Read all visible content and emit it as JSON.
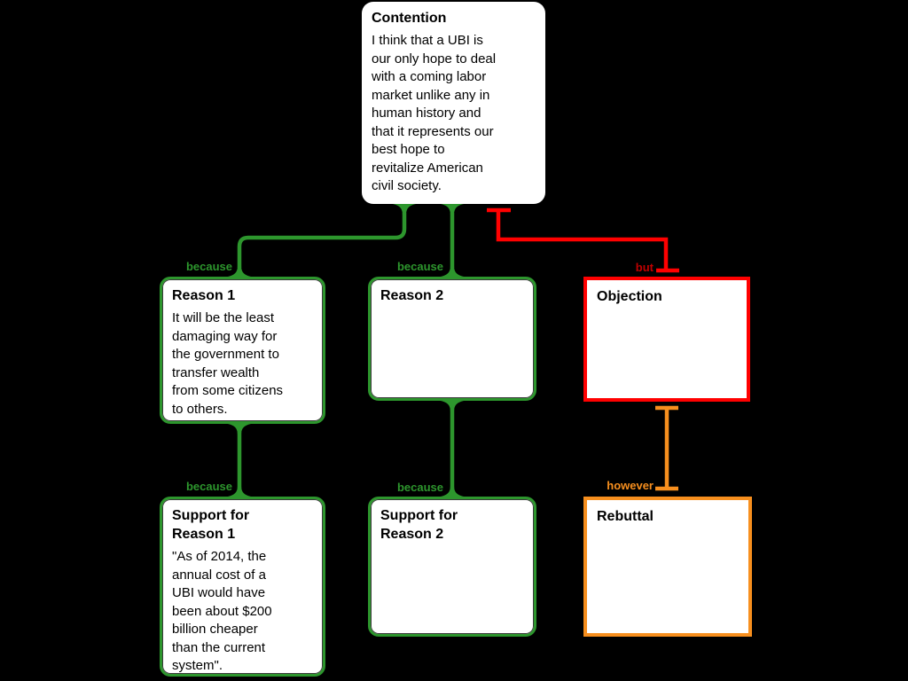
{
  "nodes": {
    "contention": {
      "title": "Contention",
      "body": "I think that a UBI is\nour only hope to deal\nwith a coming labor\nmarket unlike any in\nhuman history and\nthat it represents our\nbest hope to\nrevitalize American\ncivil society."
    },
    "reason1": {
      "title": "Reason 1",
      "body": "It will be the least\ndamaging way for\nthe government to\ntransfer wealth\nfrom some citizens\nto others."
    },
    "reason2": {
      "title": "Reason 2",
      "body": ""
    },
    "objection": {
      "title": "Objection",
      "body": ""
    },
    "support1": {
      "title": "Support for\nReason 1",
      "body": "\"As of 2014, the\nannual cost of a\nUBI would have\nbeen about $200\nbillion cheaper\nthan the current\nsystem\"."
    },
    "support2": {
      "title": "Support for\nReason 2",
      "body": ""
    },
    "rebuttal": {
      "title": "Rebuttal",
      "body": ""
    }
  },
  "relation_labels": {
    "because_reason1": "because",
    "because_reason2": "because",
    "but_objection": "but",
    "because_support1": "because",
    "because_support2": "because",
    "however_rebuttal": "however"
  },
  "colors": {
    "background": "#000000",
    "support_green": "#2D962D",
    "oppose_red": "#FF0000",
    "oppose_label_red": "#C00000",
    "rebuttal_orange": "#F78F1E",
    "box_fill": "#FFFFFF",
    "text": "#000000"
  }
}
